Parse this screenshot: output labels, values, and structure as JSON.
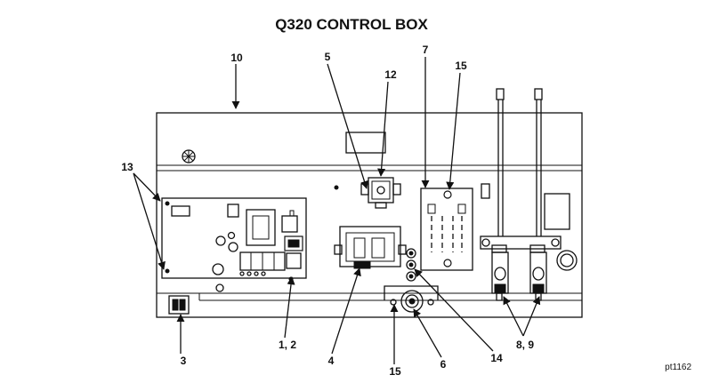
{
  "title": "Q320 CONTROL BOX",
  "reference": "pt1162",
  "callouts": {
    "c10": "10",
    "c5": "5",
    "c12": "12",
    "c7": "7",
    "c15_top": "15",
    "c13": "13",
    "c1_2": "1, 2",
    "c3": "3",
    "c4": "4",
    "c15_bottom": "15",
    "c6": "6",
    "c14": "14",
    "c8_9": "8, 9"
  }
}
